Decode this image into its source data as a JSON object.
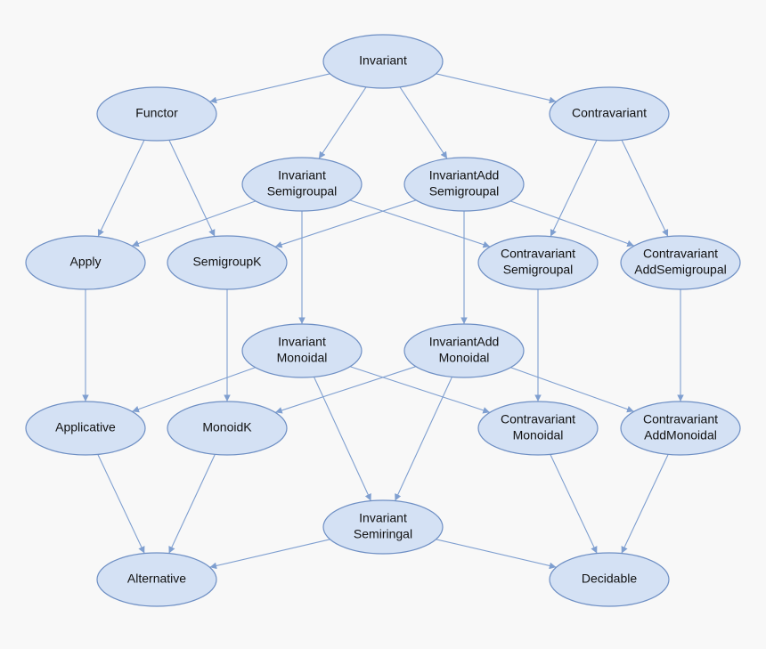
{
  "nodes": [
    {
      "id": "invariant",
      "lines": [
        "Invariant"
      ]
    },
    {
      "id": "functor",
      "lines": [
        "Functor"
      ]
    },
    {
      "id": "contravariant",
      "lines": [
        "Contravariant"
      ]
    },
    {
      "id": "invariant-semigroupal",
      "lines": [
        "Invariant",
        "Semigroupal"
      ]
    },
    {
      "id": "invariantadd-semigroupal",
      "lines": [
        "InvariantAdd",
        "Semigroupal"
      ]
    },
    {
      "id": "apply",
      "lines": [
        "Apply"
      ]
    },
    {
      "id": "semigroupk",
      "lines": [
        "SemigroupK"
      ]
    },
    {
      "id": "contravariant-semigroupal",
      "lines": [
        "Contravariant",
        "Semigroupal"
      ]
    },
    {
      "id": "contravariant-addsemigroupal",
      "lines": [
        "Contravariant",
        "AddSemigroupal"
      ]
    },
    {
      "id": "invariant-monoidal",
      "lines": [
        "Invariant",
        "Monoidal"
      ]
    },
    {
      "id": "invariantadd-monoidal",
      "lines": [
        "InvariantAdd",
        "Monoidal"
      ]
    },
    {
      "id": "applicative",
      "lines": [
        "Applicative"
      ]
    },
    {
      "id": "monoidk",
      "lines": [
        "MonoidK"
      ]
    },
    {
      "id": "contravariant-monoidal",
      "lines": [
        "Contravariant",
        "Monoidal"
      ]
    },
    {
      "id": "contravariant-addmonoidal",
      "lines": [
        "Contravariant",
        "AddMonoidal"
      ]
    },
    {
      "id": "invariant-semiringal",
      "lines": [
        "Invariant",
        "Semiringal"
      ]
    },
    {
      "id": "alternative",
      "lines": [
        "Alternative"
      ]
    },
    {
      "id": "decidable",
      "lines": [
        "Decidable"
      ]
    }
  ],
  "edges": [
    {
      "from": "invariant",
      "to": "functor"
    },
    {
      "from": "invariant",
      "to": "contravariant"
    },
    {
      "from": "invariant",
      "to": "invariant-semigroupal"
    },
    {
      "from": "invariant",
      "to": "invariantadd-semigroupal"
    },
    {
      "from": "functor",
      "to": "apply"
    },
    {
      "from": "functor",
      "to": "semigroupk"
    },
    {
      "from": "contravariant",
      "to": "contravariant-semigroupal"
    },
    {
      "from": "contravariant",
      "to": "contravariant-addsemigroupal"
    },
    {
      "from": "invariant-semigroupal",
      "to": "apply"
    },
    {
      "from": "invariant-semigroupal",
      "to": "contravariant-semigroupal"
    },
    {
      "from": "invariant-semigroupal",
      "to": "invariant-monoidal"
    },
    {
      "from": "invariantadd-semigroupal",
      "to": "semigroupk"
    },
    {
      "from": "invariantadd-semigroupal",
      "to": "contravariant-addsemigroupal"
    },
    {
      "from": "invariantadd-semigroupal",
      "to": "invariantadd-monoidal"
    },
    {
      "from": "apply",
      "to": "applicative"
    },
    {
      "from": "semigroupk",
      "to": "monoidk"
    },
    {
      "from": "contravariant-semigroupal",
      "to": "contravariant-monoidal"
    },
    {
      "from": "contravariant-addsemigroupal",
      "to": "contravariant-addmonoidal"
    },
    {
      "from": "invariant-monoidal",
      "to": "applicative"
    },
    {
      "from": "invariant-monoidal",
      "to": "contravariant-monoidal"
    },
    {
      "from": "invariant-monoidal",
      "to": "invariant-semiringal"
    },
    {
      "from": "invariantadd-monoidal",
      "to": "monoidk"
    },
    {
      "from": "invariantadd-monoidal",
      "to": "contravariant-addmonoidal"
    },
    {
      "from": "invariantadd-monoidal",
      "to": "invariant-semiringal"
    },
    {
      "from": "applicative",
      "to": "alternative"
    },
    {
      "from": "monoidk",
      "to": "alternative"
    },
    {
      "from": "contravariant-monoidal",
      "to": "decidable"
    },
    {
      "from": "contravariant-addmonoidal",
      "to": "decidable"
    },
    {
      "from": "invariant-semiringal",
      "to": "alternative"
    },
    {
      "from": "invariant-semiringal",
      "to": "decidable"
    }
  ],
  "colors": {
    "node_fill": "#d4e1f4",
    "node_stroke": "#6e8fc4",
    "edge": "#7f9fd0",
    "background": "#f8f8f8"
  }
}
